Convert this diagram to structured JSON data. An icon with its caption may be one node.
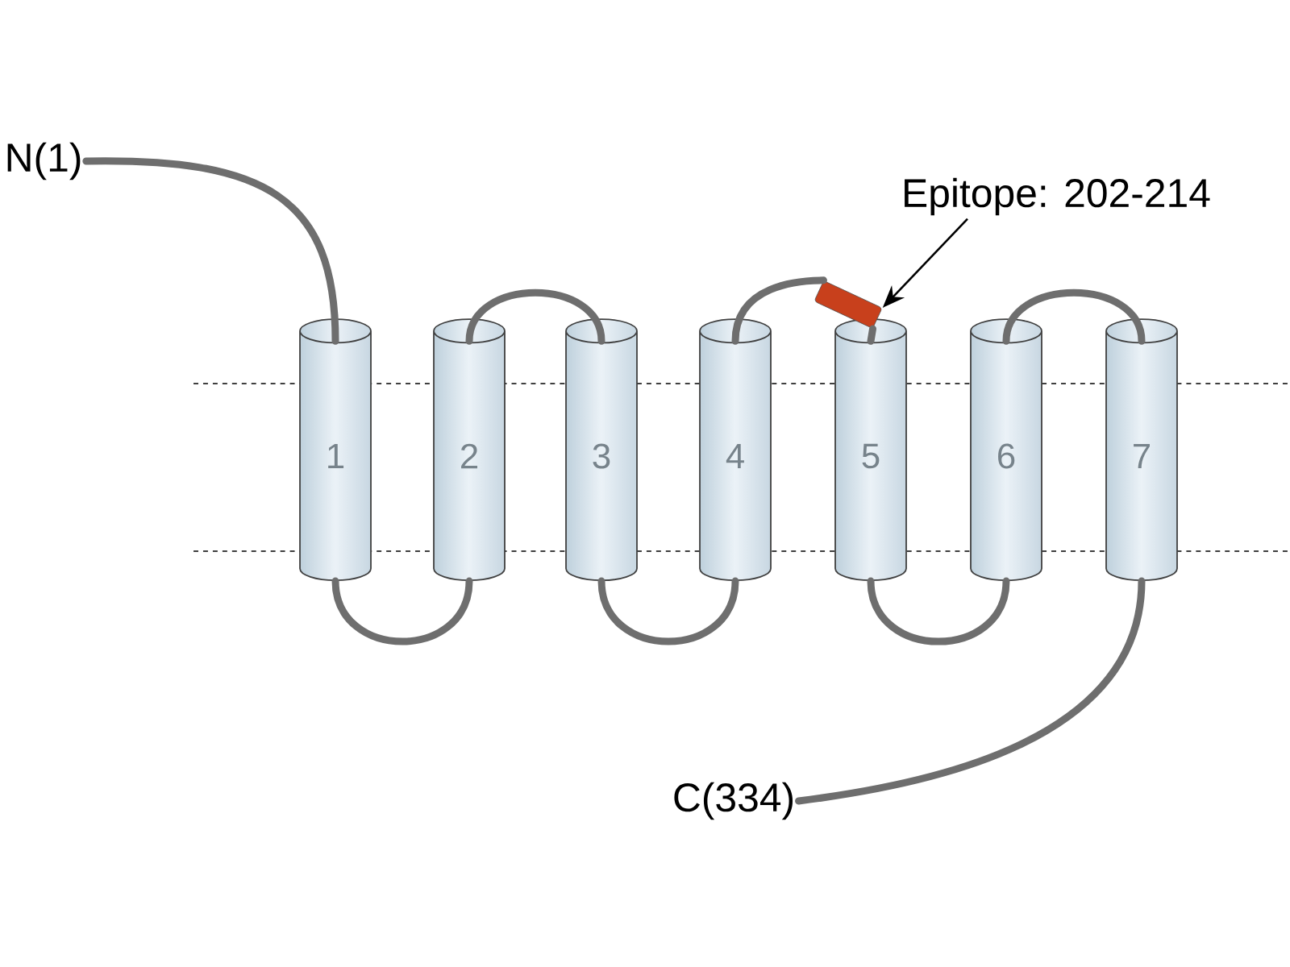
{
  "diagram": {
    "nodes": [
      {
        "text": [
          "N(1)"
        ]
      },
      {
        "text": [
          "1"
        ]
      },
      {
        "text": [
          "2"
        ]
      },
      {
        "text": [
          "3"
        ]
      },
      {
        "text": [
          "4"
        ]
      },
      {
        "text": [
          "5"
        ]
      },
      {
        "text": [
          "6"
        ]
      },
      {
        "text": [
          "7"
        ]
      },
      {
        "text": [],
        "shape": "bar"
      },
      {
        "text": [
          "Epitope: 202-214"
        ]
      },
      {
        "text": [
          "C(334)"
        ]
      }
    ],
    "edges": [
      {
        "from": 0,
        "to": 1,
        "arrow": "none"
      },
      {
        "from": 1,
        "to": 2,
        "arrow": "none"
      },
      {
        "from": 2,
        "to": 3,
        "arrow": "none"
      },
      {
        "from": 3,
        "to": 4,
        "arrow": "none"
      },
      {
        "from": 4,
        "to": 8,
        "arrow": "none"
      },
      {
        "from": 8,
        "to": 5,
        "arrow": "none"
      },
      {
        "from": 5,
        "to": 6,
        "arrow": "none"
      },
      {
        "from": 6,
        "to": 7,
        "arrow": "none"
      },
      {
        "from": 7,
        "to": 10,
        "arrow": "none"
      },
      {
        "from": 9,
        "to": 8,
        "arrow": "to",
        "color": "#000000"
      }
    ]
  }
}
